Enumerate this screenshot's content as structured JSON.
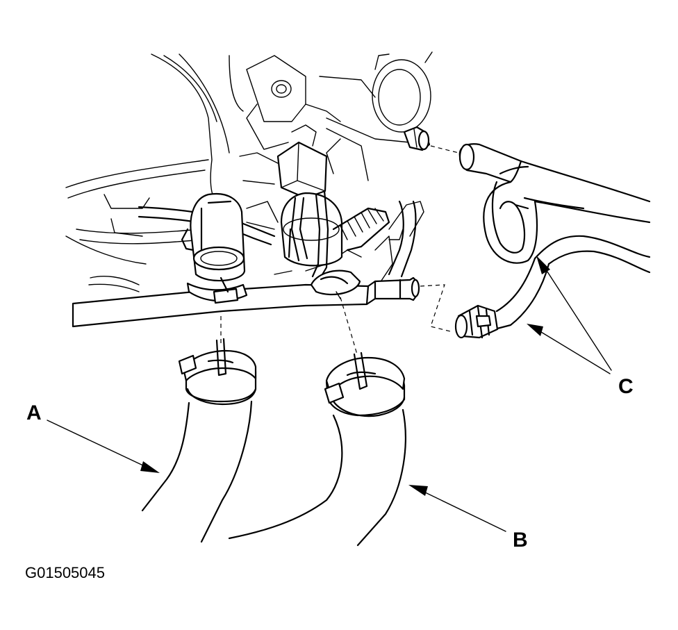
{
  "labels": {
    "a": "A",
    "b": "B",
    "c": "C"
  },
  "figure_code": "G01505045"
}
